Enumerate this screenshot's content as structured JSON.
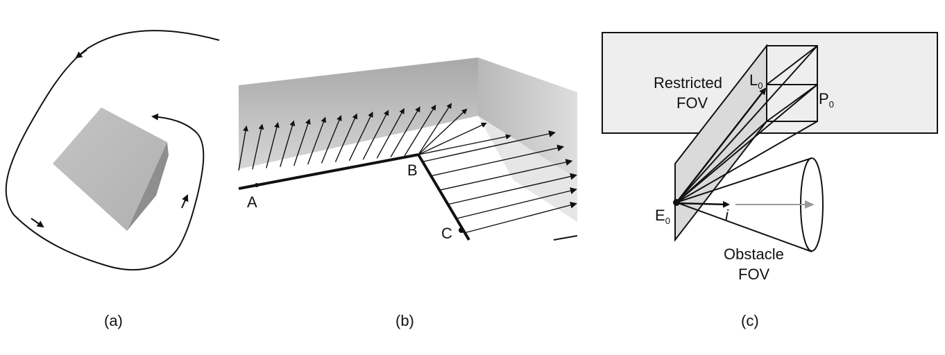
{
  "figure": {
    "panels": [
      {
        "caption": "(a)"
      },
      {
        "caption": "(b)",
        "points": [
          "A",
          "B",
          "C"
        ]
      },
      {
        "caption": "(c)",
        "restricted_line1": "Restricted",
        "restricted_line2": "FOV",
        "obstacle_line1": "Obstacle",
        "obstacle_line2": "FOV",
        "L": "L",
        "L_sub": "0",
        "P": "P",
        "P_sub": "0",
        "E": "E",
        "E_sub": "0",
        "i": "i"
      }
    ]
  }
}
